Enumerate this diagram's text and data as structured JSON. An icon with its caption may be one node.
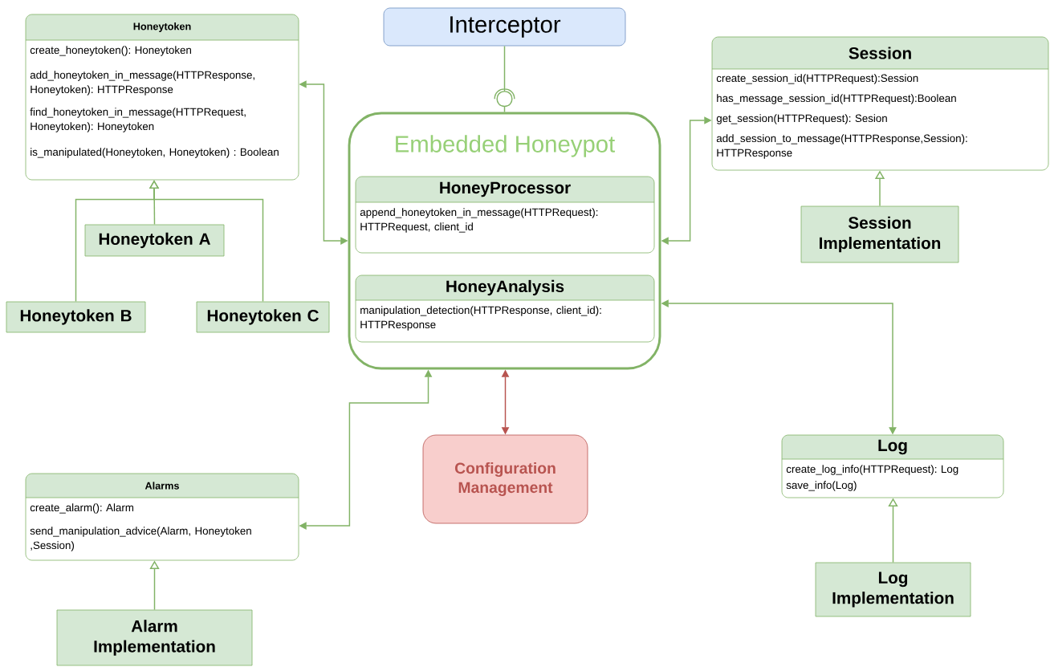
{
  "diagram": {
    "nodes": [
      {
        "text": [
          "Honeytoken",
          "create_honeytoken(): Honeytoken",
          "add_honeytoken_in_message(HTTPResponse, Honeytoken): HTTPResponse",
          "find_honeytoken_in_message(HTTPRequest, Honeytoken): Honeytoken",
          "is_manipulated(Honeytoken, Honeytoken) : Boolean"
        ]
      },
      {
        "text": [
          "Honeytoken A"
        ]
      },
      {
        "text": [
          "Honeytoken B"
        ]
      },
      {
        "text": [
          "Honeytoken C"
        ]
      },
      {
        "text": [
          "Interceptor"
        ]
      },
      {
        "text": [
          "Embedded Honeypot"
        ]
      },
      {
        "text": [
          "HoneyProcessor",
          "append_honeytoken_in_message(HTTPRequest): HTTPRequest, client_id"
        ],
        "in": 5
      },
      {
        "text": [
          "HoneyAnalysis",
          "manipulation_detection(HTTPResponse, client_id): HTTPResponse"
        ],
        "in": 5
      },
      {
        "text": [
          "Session",
          "create_session_id(HTTPRequest):Session",
          "has_message_session_id(HTTPRequest):Boolean",
          "get_session(HTTPRequest): Sesion",
          "add_session_to_message(HTTPResponse,Session): HTTPResponse"
        ]
      },
      {
        "text": [
          "Session Implementation"
        ]
      },
      {
        "text": [
          "Alarms",
          "create_alarm(): Alarm",
          "send_manipulation_advice(Alarm, Honeytoken ,Session)"
        ]
      },
      {
        "text": [
          "Alarm Implementation"
        ]
      },
      {
        "text": [
          "Configuration Management"
        ]
      },
      {
        "text": [
          "Log",
          "create_log_info(HTTPRequest): Log",
          "save_info(Log)"
        ]
      },
      {
        "text": [
          "Log Implementation"
        ]
      }
    ],
    "edges": [
      {
        "from": 1,
        "to": 0,
        "arrow": "to"
      },
      {
        "from": 2,
        "to": 0,
        "arrow": "to"
      },
      {
        "from": 3,
        "to": 0,
        "arrow": "to"
      },
      {
        "from": 4,
        "to": 5,
        "arrow": "none"
      },
      {
        "from": 0,
        "to": 5,
        "arrow": "both"
      },
      {
        "from": 8,
        "to": 5,
        "arrow": "both"
      },
      {
        "from": 13,
        "to": 5,
        "arrow": "both"
      },
      {
        "from": 10,
        "to": 5,
        "arrow": "both"
      },
      {
        "from": 12,
        "to": 5,
        "arrow": "both",
        "color": "#b85450"
      },
      {
        "from": 9,
        "to": 8,
        "arrow": "to"
      },
      {
        "from": 11,
        "to": 10,
        "arrow": "to"
      },
      {
        "from": 14,
        "to": 13,
        "arrow": "to"
      }
    ]
  }
}
